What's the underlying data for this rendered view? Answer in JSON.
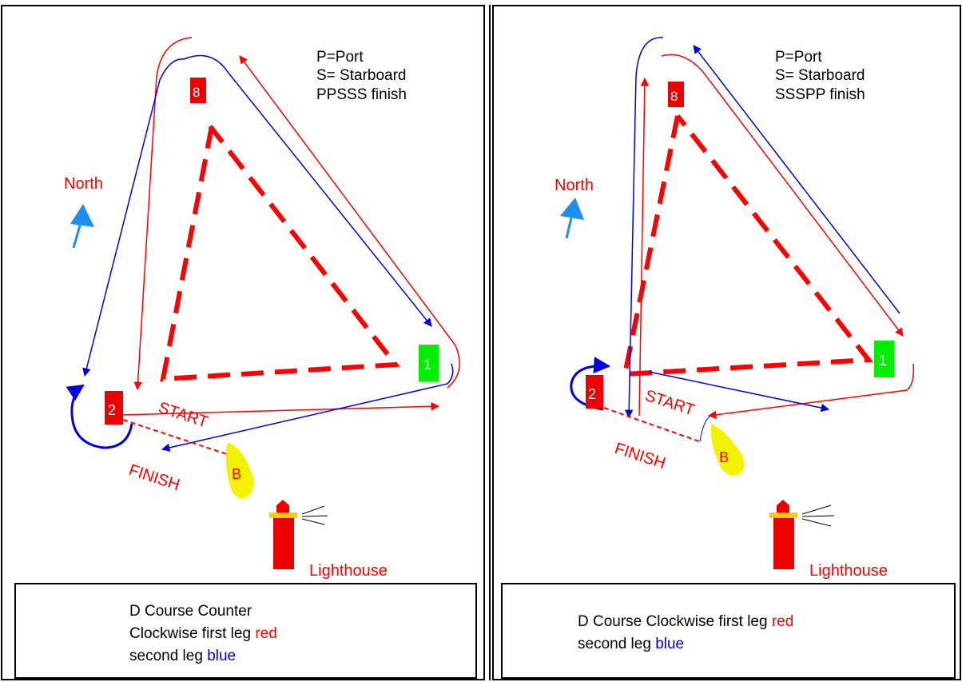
{
  "colors": {
    "red": "#ff0000",
    "blue": "#0000e0",
    "mark_red": "#ee0000",
    "mark_green": "#00ee00",
    "north_arrow": "#1e8ef0",
    "committee_boat": "#f3f300",
    "lighthouse_red": "#ee0000",
    "lighthouse_band": "#ffcc00"
  },
  "left": {
    "legend": [
      "P=Port",
      "S= Starboard",
      "PPSSS finish"
    ],
    "north": "North",
    "marks": {
      "top": "8",
      "right": "1",
      "left": "2"
    },
    "start": "START",
    "finish": "FINISH",
    "boat": "B",
    "lighthouse": "Lighthouse",
    "caption": {
      "line1": "D Course Counter",
      "line2_prefix": "Clockwise first leg ",
      "line2_color_word": "red",
      "line3_prefix": "second leg ",
      "line3_color_word": "blue"
    }
  },
  "right": {
    "legend": [
      "P=Port",
      "S= Starboard",
      "SSSPP finish"
    ],
    "north": "North",
    "marks": {
      "top": "8",
      "right": "1",
      "left": "2"
    },
    "start": "START",
    "finish": "FINISH",
    "boat": "B",
    "lighthouse": "Lighthouse",
    "caption": {
      "line1_prefix": "D Course Clockwise first leg ",
      "line1_color_word": "red",
      "line2_prefix": "second leg ",
      "line2_color_word": "blue"
    }
  }
}
